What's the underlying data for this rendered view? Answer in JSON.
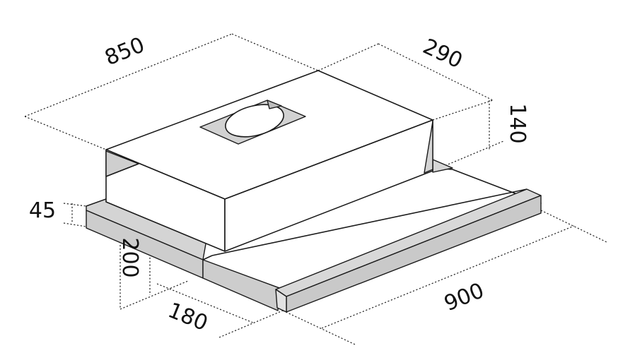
{
  "colors": {
    "line": "#1a1a1a",
    "panel_grey": "#cfcfcf",
    "panel_grey_dark": "#bdbdbd",
    "background": "#ffffff"
  },
  "dimensions": {
    "width_top": "850",
    "depth_top": "290",
    "height_top": "140",
    "thickness_front": "45",
    "depth_drawer": "200",
    "width_drawer_side": "180",
    "width_front": "900"
  }
}
